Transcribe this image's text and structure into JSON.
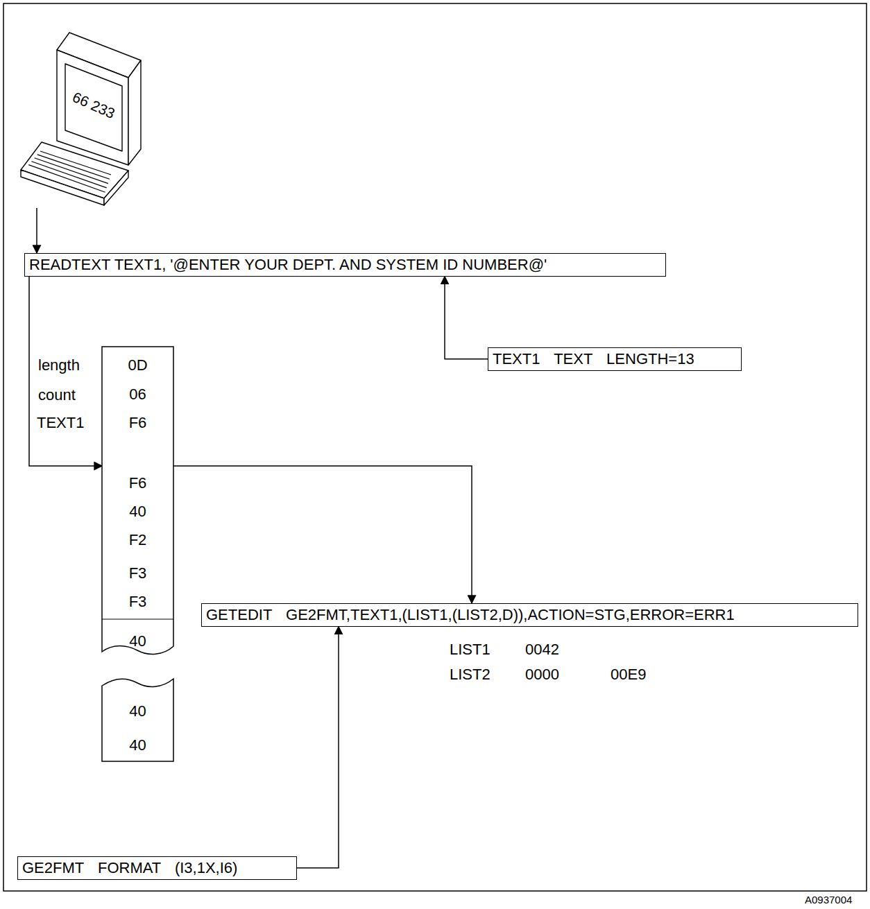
{
  "diagram": {
    "nodes": [
      {
        "text": [
          "66 233"
        ]
      },
      {
        "text": [
          "READTEXT TEXT1, '@ENTER YOUR DEPT. AND SYSTEM ID NUMBER@'"
        ]
      },
      {
        "text": [
          "TEXT1 TEXT LENGTH=13"
        ]
      },
      {
        "text": [
          "0D",
          "06",
          "F6",
          "F6",
          "40",
          "F2",
          "F3",
          "F3",
          "40"
        ]
      },
      {
        "text": [
          "40",
          "40"
        ]
      },
      {
        "text": [
          "GETEDIT GE2FMT,TEXT1,(LIST1,(LIST2,D)),ACTION=STG,ERROR=ERR1"
        ]
      },
      {
        "text": [
          "GE2FMT FORMAT (I3,1X,I6)"
        ]
      }
    ],
    "edges": [
      {
        "from": 0,
        "to": 1,
        "arrow": "to"
      },
      {
        "from": 1,
        "to": 3,
        "arrow": "to"
      },
      {
        "from": 2,
        "to": 1,
        "arrow": "to"
      },
      {
        "from": 3,
        "to": 5,
        "arrow": "to"
      },
      {
        "from": 6,
        "to": 5,
        "arrow": "to"
      }
    ],
    "labels": [
      "length",
      "count",
      "TEXT1",
      "LIST1",
      "0042",
      "LIST2",
      "0000",
      "00E9",
      "A0937004"
    ]
  }
}
